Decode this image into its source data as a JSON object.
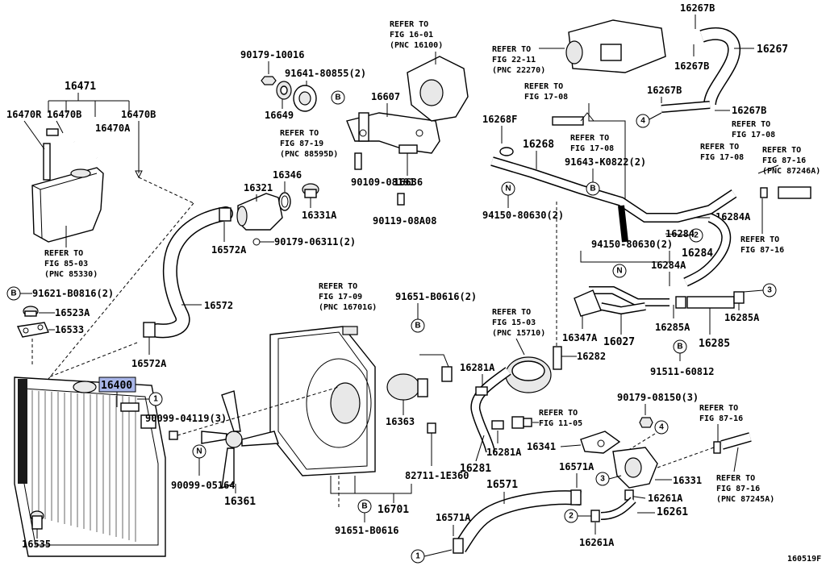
{
  "highlight_color": "#a9b6e8",
  "labels": {
    "p16471": "16471",
    "p16470R": "16470R",
    "p16470B_a": "16470B",
    "p16470B_b": "16470B",
    "p16470A": "16470A",
    "p16649": "16649",
    "p16607": "16607",
    "p16346": "16346",
    "p16321": "16321",
    "p16331A": "16331A",
    "p16636": "16636",
    "p16572A_a": "16572A",
    "p16572": "16572",
    "p16572A_b": "16572A",
    "p16523A": "16523A",
    "p16533": "16533",
    "p16400": "16400",
    "p16361": "16361",
    "p16363": "16363",
    "p16701": "16701",
    "p16535": "16535",
    "p16267B_a": "16267B",
    "p16267": "16267",
    "p16267B_b": "16267B",
    "p16267B_c": "16267B",
    "p16267B_d": "16267B",
    "p16268F": "16268F",
    "p16268": "16268",
    "p16284A_a": "16284A",
    "p16284_a": "16284",
    "p16284_b": "16284",
    "p16284A_b": "16284A",
    "p16347A": "16347A",
    "p16027": "16027",
    "p16285A_a": "16285A",
    "p16285A_b": "16285A",
    "p16285": "16285",
    "p16282": "16282",
    "p16281A_a": "16281A",
    "p16281A_b": "16281A",
    "p16281": "16281",
    "p16341": "16341",
    "p16571A_a": "16571A",
    "p16571": "16571",
    "p16571A_b": "16571A",
    "p16331": "16331",
    "p16261A_a": "16261A",
    "p16261": "16261",
    "p16261A_b": "16261A",
    "b90179_10016": "90179-10016",
    "b91641_80855": "91641-80855(2)",
    "b90109_08191": "90109-08191",
    "b90119_08A08": "90119-08A08",
    "b90179_06311": "90179-06311(2)",
    "b91621_B0816": "91621-B0816(2)",
    "b91651_B0616a": "91651-B0616(2)",
    "b90099_04119": "90099-04119(3)",
    "b90099_05164": "90099-05164",
    "b82711_1E360": "82711-1E360",
    "b91651_B0616b": "91651-B0616",
    "b91643_K0822": "91643-K0822(2)",
    "b94150_80630a": "94150-80630(2)",
    "b94150_80630b": "94150-80630(2)",
    "b91511_60812": "91511-60812",
    "b90179_08150": "90179-08150(3)",
    "diagram_id": "160519F"
  },
  "refs": {
    "r1": [
      "REFER TO",
      "FIG 16-01",
      "(PNC 16100)"
    ],
    "r2": [
      "REFER TO",
      "FIG 22-11",
      "(PNC 22270)"
    ],
    "r3": [
      "REFER TO",
      "FIG 17-08"
    ],
    "r4": [
      "REFER TO",
      "FIG 17-08"
    ],
    "r5": [
      "REFER TO",
      "FIG 17-08"
    ],
    "r6": [
      "REFER TO",
      "FIG 17-08"
    ],
    "r7": [
      "REFER TO",
      "FIG 87-16",
      "(PNC 87246A)"
    ],
    "r8": [
      "REFER TO",
      "FIG 87-16"
    ],
    "r9": [
      "REFER TO",
      "FIG 87-19",
      "(PNC 88595D)"
    ],
    "r10": [
      "REFER TO",
      "FIG 85-03",
      "(PNC 85330)"
    ],
    "r11": [
      "REFER TO",
      "FIG 17-09",
      "(PNC 16701G)"
    ],
    "r12": [
      "REFER TO",
      "FIG 15-03",
      "(PNC 15710)"
    ],
    "r13": [
      "REFER TO",
      "FIG 11-05"
    ],
    "r14": [
      "REFER TO",
      "FIG 87-16"
    ],
    "r15": [
      "REFER TO",
      "FIG 87-16",
      "(PNC 87245A)"
    ]
  },
  "markers": {
    "B": "B",
    "N": "N",
    "one": "1",
    "two": "2",
    "three": "3",
    "four": "4"
  }
}
